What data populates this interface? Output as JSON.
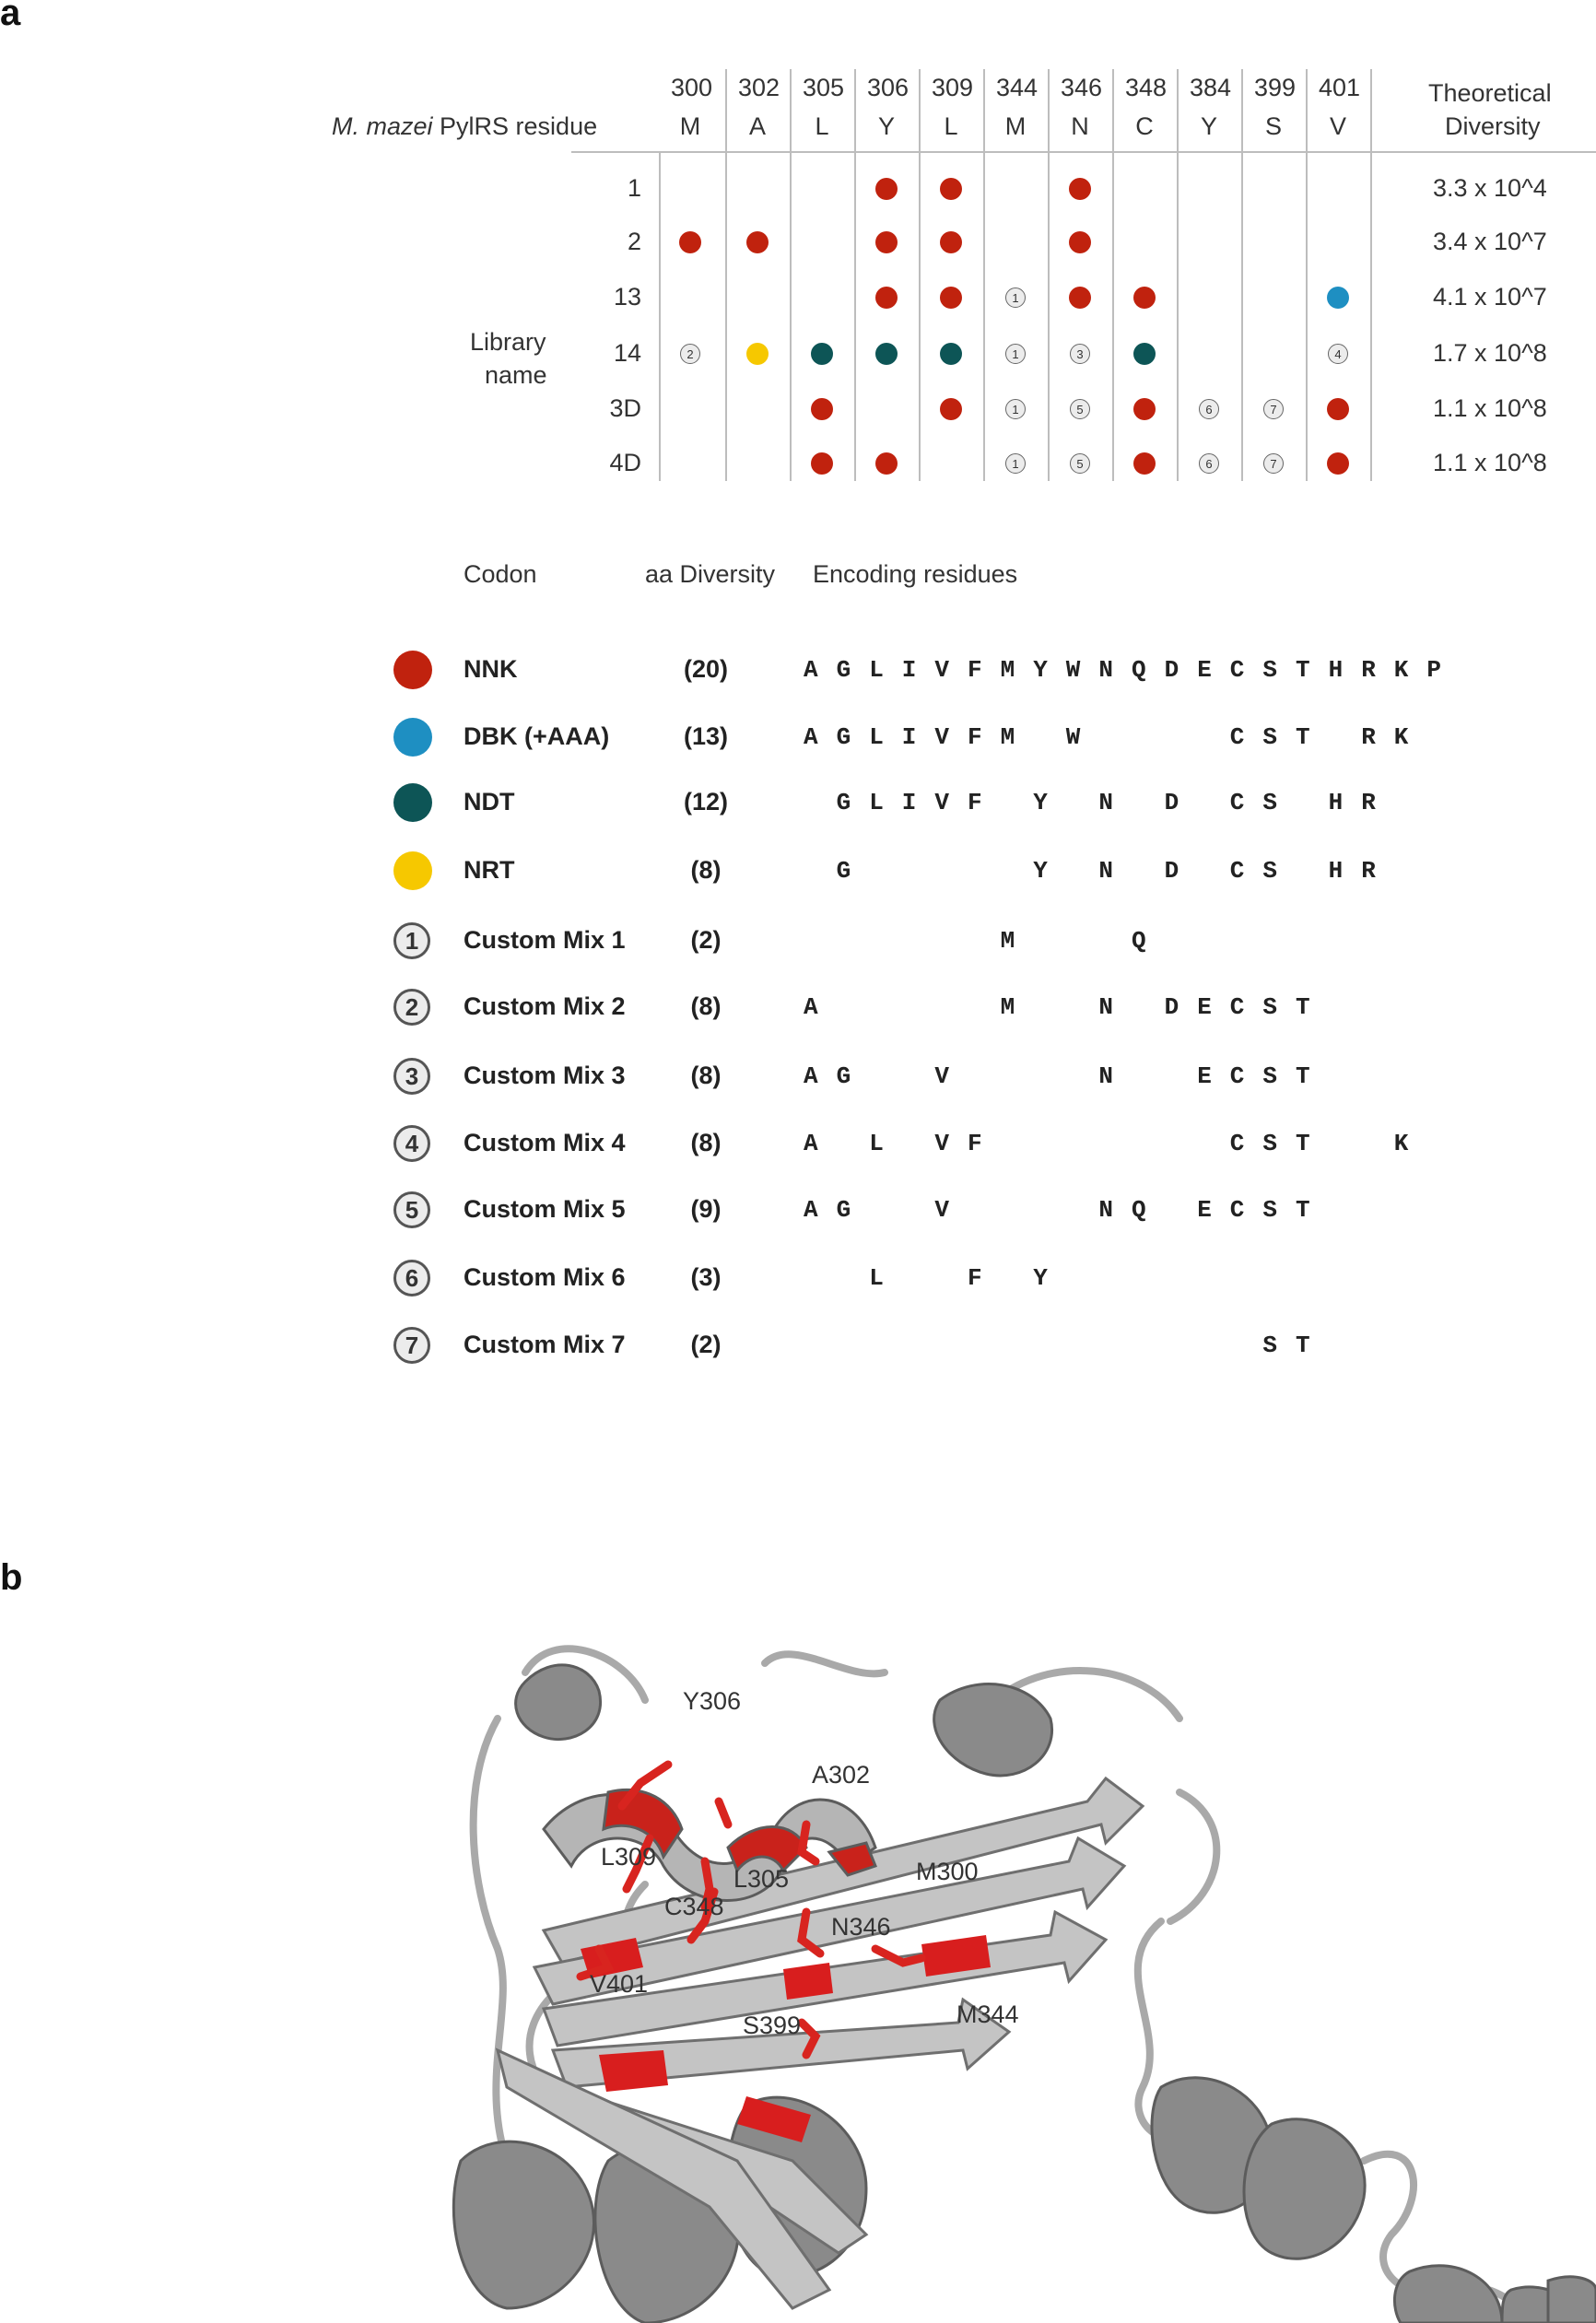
{
  "panel_a_label": "a",
  "panel_b_label": "b",
  "library_table": {
    "residue_row_label_species": "M. mazei",
    "residue_row_label_rest": " PylRS residue",
    "library_name_label_line1": "Library",
    "library_name_label_line2": "name",
    "diversity_header_line1": "Theoretical",
    "diversity_header_line2": "Diversity",
    "positions": [
      "300",
      "302",
      "305",
      "306",
      "309",
      "344",
      "346",
      "348",
      "384",
      "399",
      "401"
    ],
    "residues": [
      "M",
      "A",
      "L",
      "Y",
      "L",
      "M",
      "N",
      "C",
      "Y",
      "S",
      "V"
    ],
    "libraries": [
      {
        "name": "1",
        "diversity": "3.3 x 10^4",
        "cells": [
          "",
          "",
          "",
          "NNK",
          "NNK",
          "",
          "NNK",
          "",
          "",
          "",
          ""
        ]
      },
      {
        "name": "2",
        "diversity": "3.4 x 10^7",
        "cells": [
          "NNK",
          "NNK",
          "",
          "NNK",
          "NNK",
          "",
          "NNK",
          "",
          "",
          "",
          ""
        ]
      },
      {
        "name": "13",
        "diversity": "4.1 x 10^7",
        "cells": [
          "",
          "",
          "",
          "NNK",
          "NNK",
          "1",
          "NNK",
          "NNK",
          "",
          "",
          "DBK"
        ]
      },
      {
        "name": "14",
        "diversity": "1.7 x 10^8",
        "cells": [
          "2",
          "NRT",
          "NDT",
          "NDT",
          "NDT",
          "1",
          "3",
          "NDT",
          "",
          "",
          "4"
        ]
      },
      {
        "name": "3D",
        "diversity": "1.1 x 10^8",
        "cells": [
          "",
          "",
          "NNK",
          "",
          "NNK",
          "1",
          "5",
          "NNK",
          "6",
          "7",
          "NNK"
        ]
      },
      {
        "name": "4D",
        "diversity": "1.1 x 10^8",
        "cells": [
          "",
          "",
          "NNK",
          "NNK",
          "",
          "1",
          "5",
          "NNK",
          "6",
          "7",
          "NNK"
        ]
      }
    ]
  },
  "codon_legend": {
    "header_codon": "Codon",
    "header_aa_diversity": "aa Diversity",
    "header_encoding": "Encoding residues",
    "alphabet": [
      "A",
      "G",
      "L",
      "I",
      "V",
      "F",
      "M",
      "Y",
      "W",
      "N",
      "Q",
      "D",
      "E",
      "C",
      "S",
      "T",
      "H",
      "R",
      "K",
      "P"
    ],
    "colors": {
      "NNK": "#c0220e",
      "DBK": "#1e8fc2",
      "NDT": "#0d5556",
      "NRT": "#f6c800"
    },
    "rows": [
      {
        "marker": "NNK",
        "name": "NNK",
        "diversity": "(20)",
        "residues": [
          "A",
          "G",
          "L",
          "I",
          "V",
          "F",
          "M",
          "Y",
          "W",
          "N",
          "Q",
          "D",
          "E",
          "C",
          "S",
          "T",
          "H",
          "R",
          "K",
          "P"
        ]
      },
      {
        "marker": "DBK",
        "name": "DBK (+AAA)",
        "diversity": "(13)",
        "residues": [
          "A",
          "G",
          "L",
          "I",
          "V",
          "F",
          "M",
          "W",
          "C",
          "S",
          "T",
          "R",
          "K"
        ]
      },
      {
        "marker": "NDT",
        "name": "NDT",
        "diversity": "(12)",
        "residues": [
          "G",
          "L",
          "I",
          "V",
          "F",
          "Y",
          "N",
          "D",
          "C",
          "S",
          "H",
          "R"
        ]
      },
      {
        "marker": "NRT",
        "name": "NRT",
        "diversity": "(8)",
        "residues": [
          "G",
          "Y",
          "N",
          "D",
          "C",
          "S",
          "H",
          "R"
        ]
      },
      {
        "marker": "1",
        "name": "Custom Mix 1",
        "diversity": "(2)",
        "residues": [
          "M",
          "Q"
        ]
      },
      {
        "marker": "2",
        "name": "Custom Mix 2",
        "diversity": "(8)",
        "residues": [
          "A",
          "M",
          "N",
          "D",
          "E",
          "C",
          "S",
          "T"
        ]
      },
      {
        "marker": "3",
        "name": "Custom Mix 3",
        "diversity": "(8)",
        "residues": [
          "A",
          "G",
          "V",
          "N",
          "E",
          "C",
          "S",
          "T"
        ]
      },
      {
        "marker": "4",
        "name": "Custom Mix 4",
        "diversity": "(8)",
        "residues": [
          "A",
          "L",
          "V",
          "F",
          "C",
          "S",
          "T",
          "K"
        ]
      },
      {
        "marker": "5",
        "name": "Custom Mix 5",
        "diversity": "(9)",
        "residues": [
          "A",
          "G",
          "V",
          "N",
          "Q",
          "E",
          "C",
          "S",
          "T"
        ]
      },
      {
        "marker": "6",
        "name": "Custom Mix 6",
        "diversity": "(3)",
        "residues": [
          "L",
          "F",
          "Y"
        ]
      },
      {
        "marker": "7",
        "name": "Custom Mix 7",
        "diversity": "(2)",
        "residues": [
          "S",
          "T"
        ]
      }
    ]
  },
  "structure_labels": [
    "Y306",
    "A302",
    "L309",
    "L305",
    "M300",
    "C348",
    "N346",
    "V401",
    "S399",
    "M344"
  ]
}
